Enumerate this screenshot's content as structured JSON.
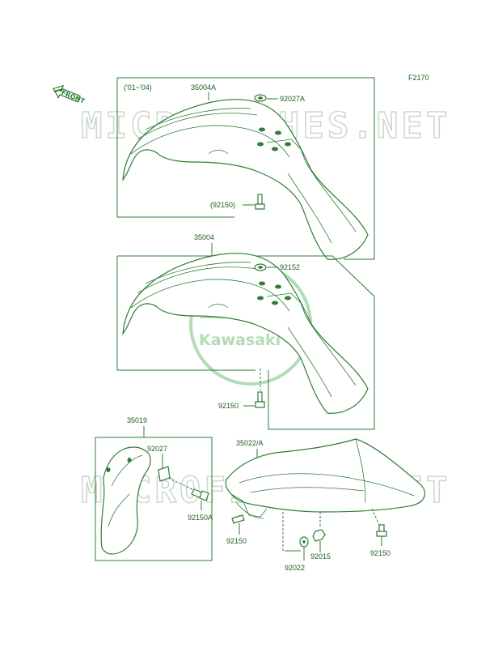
{
  "page_code": "F2170",
  "front_label": "FRONT",
  "watermark": {
    "text": "MICROFICHES.NET",
    "color": "#cfd8d0"
  },
  "logo": {
    "text": "Kawasaki",
    "color": "#a5d6a7"
  },
  "accent_color": "#2e7d32",
  "groups": {
    "fender_a": {
      "year_range": "('01~'04)",
      "part": "35004A",
      "cap": "92027A",
      "bolt": "(92150)"
    },
    "fender": {
      "part": "35004",
      "cap": "92152",
      "bolt": "92150"
    },
    "cover": {
      "part": "35019",
      "washer": "92027",
      "bolt": "92150A"
    },
    "rear_fender": {
      "part": "35022/A",
      "bolt_left": "92150",
      "nut": "92015",
      "washer": "92022",
      "bolt_right": "92150"
    }
  }
}
